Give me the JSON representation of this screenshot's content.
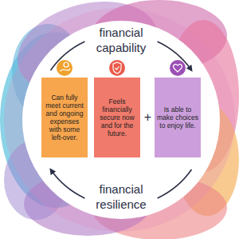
{
  "diagram": {
    "nodes": [
      {
        "text": [
          "Can fully meet current and ongoing expenses with some left-over."
        ]
      },
      {
        "text": [
          "Feels financially secure now and for the future."
        ]
      },
      {
        "text": [
          "Is able to make choices to enjoy life."
        ]
      }
    ],
    "labels": [
      "financial capability",
      "+",
      "financial resilience"
    ]
  }
}
